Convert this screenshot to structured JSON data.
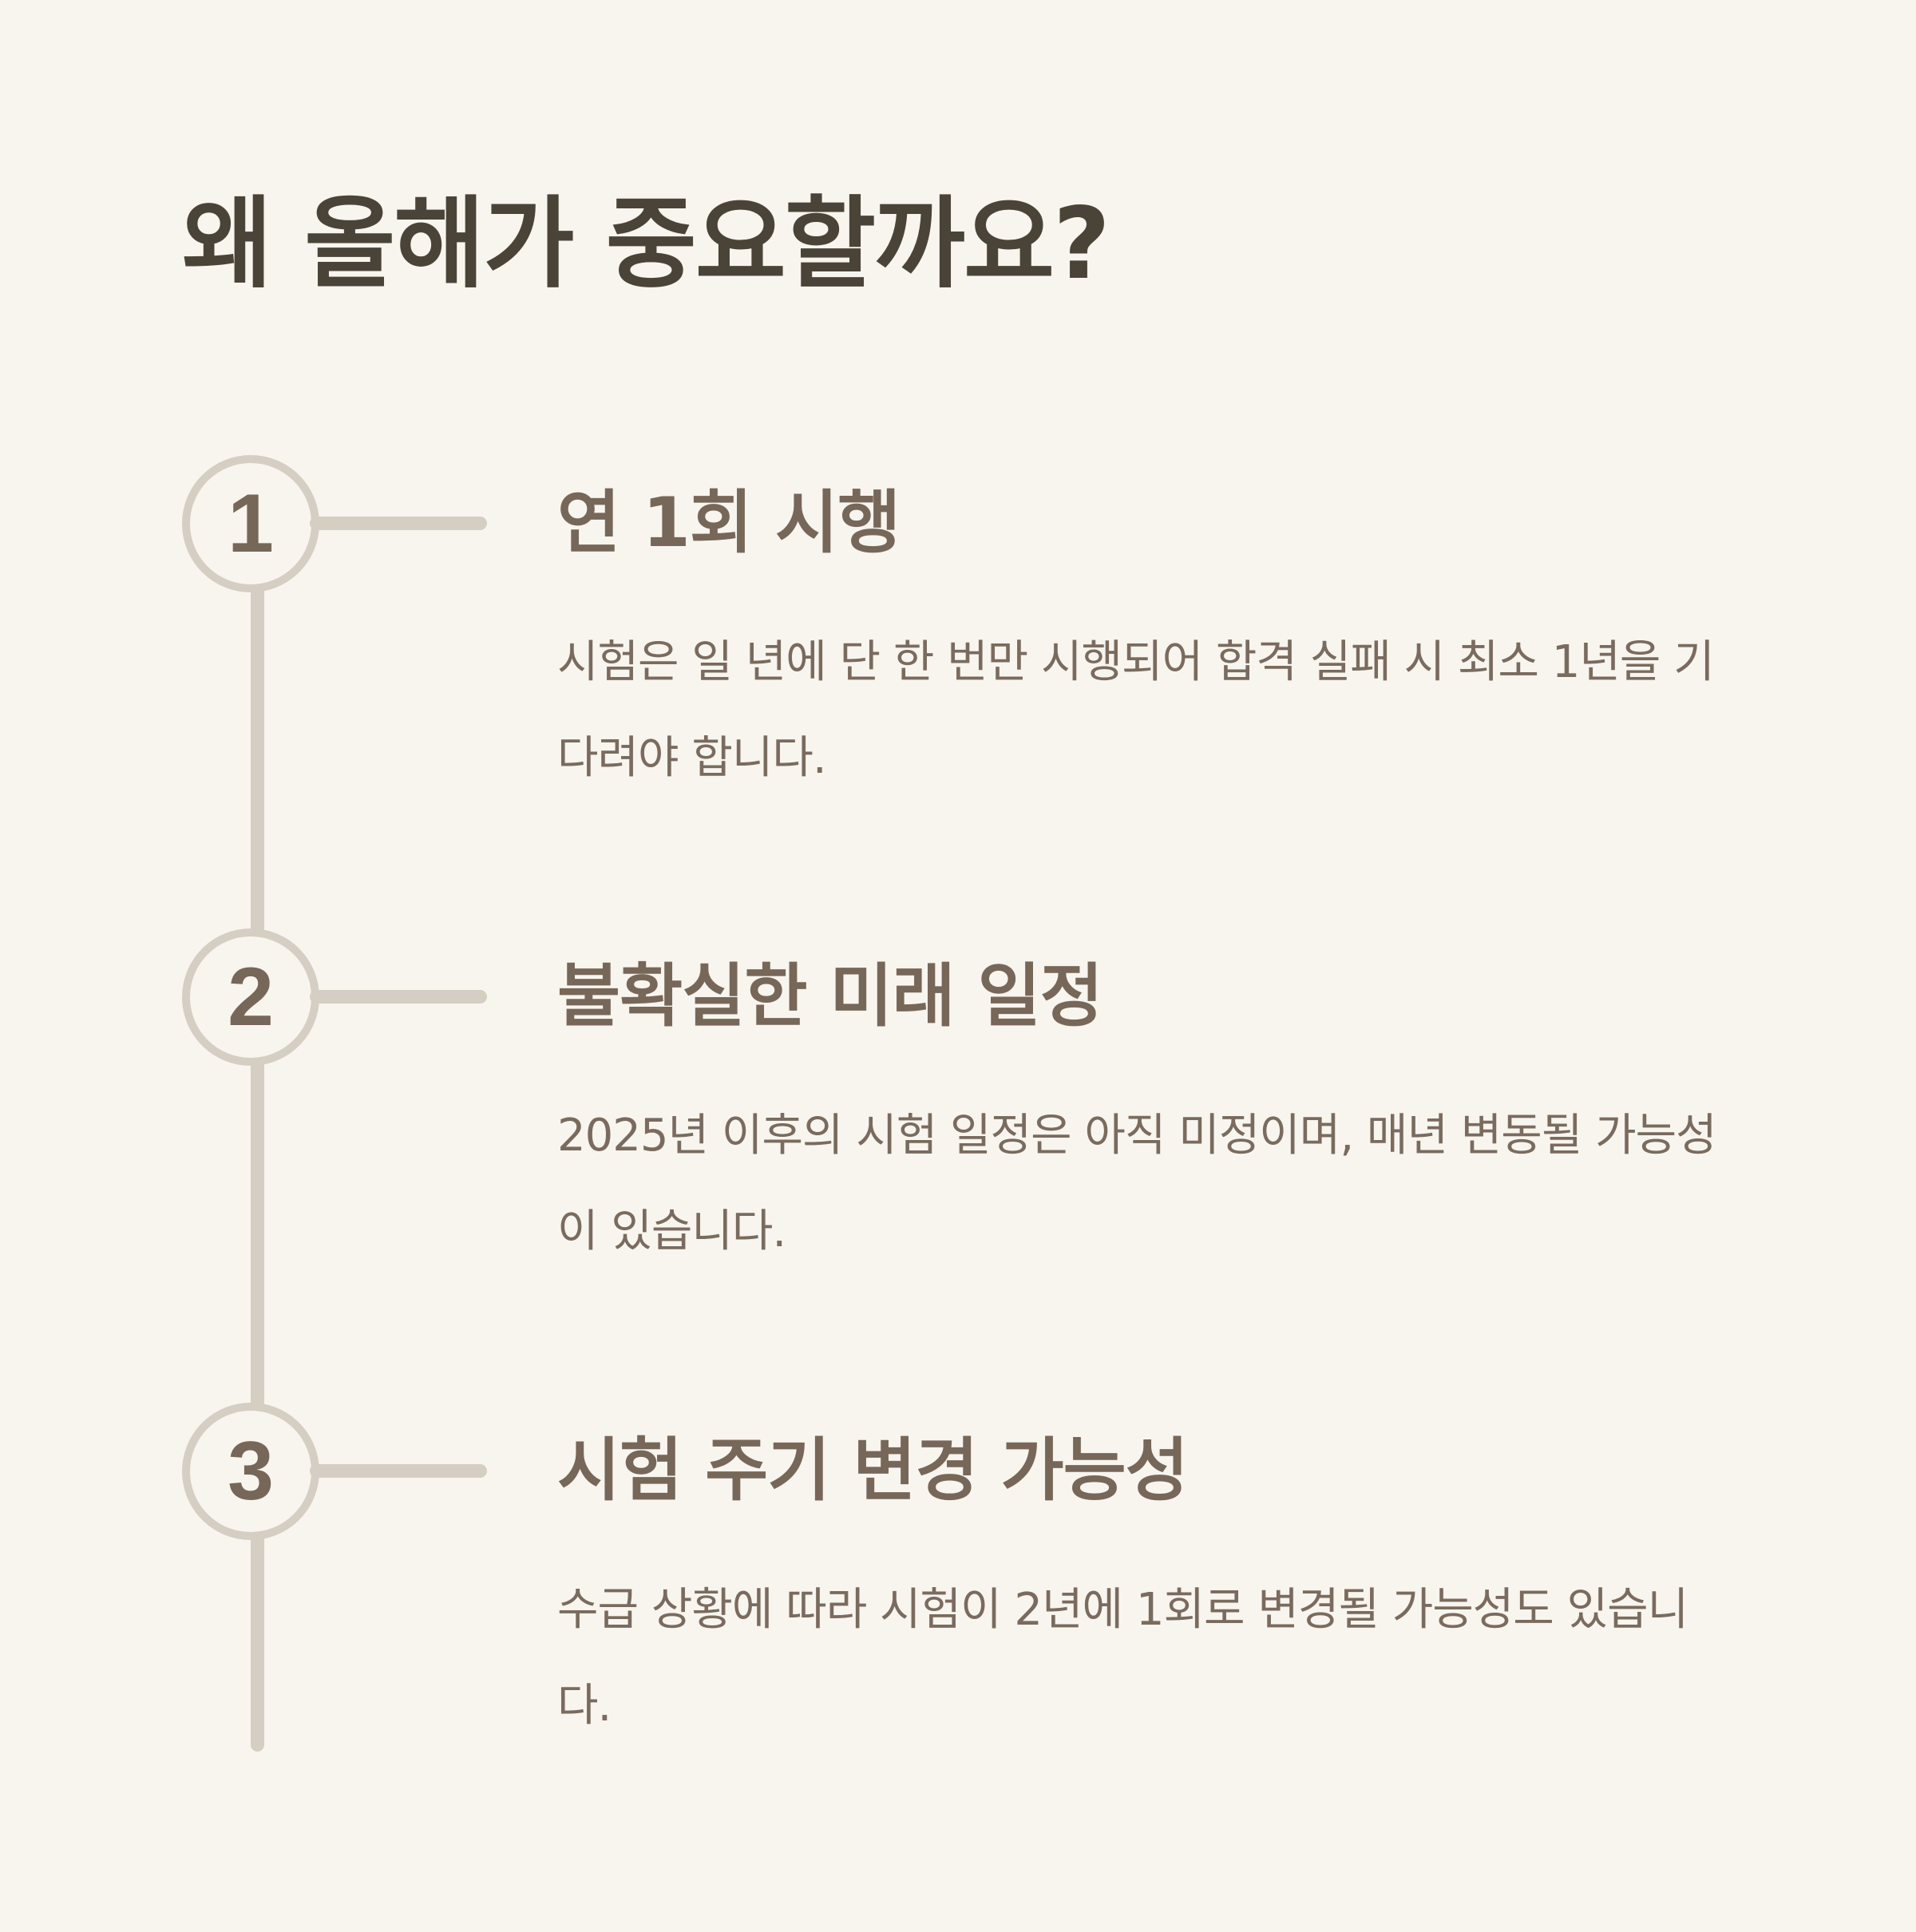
{
  "title": "왜 올해가 중요할까요?",
  "steps": [
    {
      "number": "1",
      "title": "연 1회 시행",
      "description": "시험은 일 년에 단 한 번만 시행되어 합격 실패 시 최소 1년을 기다려야 합니다."
    },
    {
      "number": "2",
      "title": "불확실한 미래 일정",
      "description": "2025년 이후의 시험 일정은 아직 미정이며, 매년 변동될 가능성이 있습니다."
    },
    {
      "number": "3",
      "title": "시험 주기 변경 가능성",
      "description": "수급 상황에 따라 시험이 2년에 1회로 변경될 가능성도 있습니다."
    }
  ],
  "colors": {
    "background": "#f8f5ef",
    "title": "#4a4438",
    "accent": "#776759",
    "line": "#d4cfc2"
  }
}
